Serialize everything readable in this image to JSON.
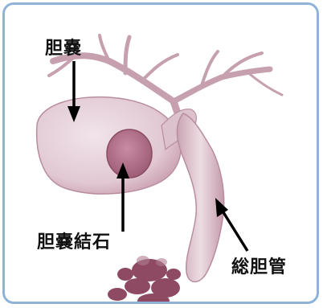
{
  "labels": {
    "gallbladder": "胆嚢",
    "gallstone": "胆嚢結石",
    "common_bile_duct": "総胆管"
  },
  "colors": {
    "frame_border": "#8fb2d6",
    "organ_fill": "#ead7de",
    "organ_edge": "#b98da0",
    "stone_fill": "#b8708d",
    "arrow": "#000000"
  }
}
